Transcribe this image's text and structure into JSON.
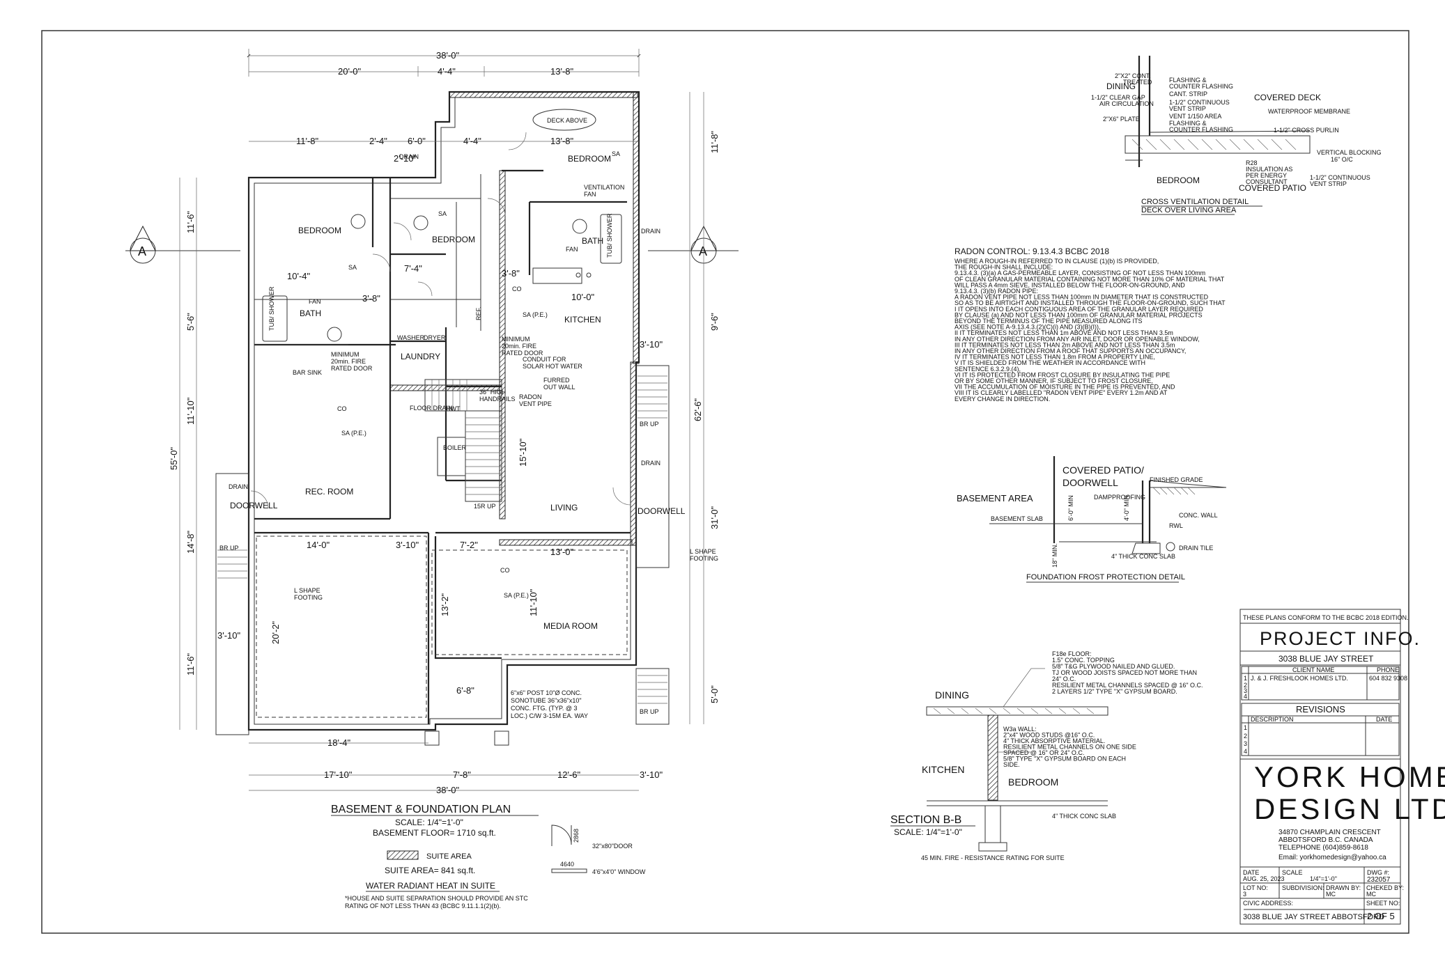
{
  "plan": {
    "title": "BASEMENT & FOUNDATION PLAN",
    "scale": "SCALE: 1/4\"=1'-0\"",
    "floor_area": "BASEMENT FLOOR= 1710 sq.ft.",
    "suite_area_legend": "SUITE AREA",
    "suite_area": "SUITE AREA= 841 sq.ft.",
    "heat_note": "WATER RADIANT HEAT IN SUITE",
    "separation_note_1": "*HOUSE AND SUITE SEPARATION SHOULD PROVIDE AN STC",
    "separation_note_2": "RATING OF NOT LESS THAN 43 (BCBC 9.11.1.1(2)(b).",
    "door_legend": "32\"x80\"DOOR",
    "door_code": "2868",
    "window_legend": "4'6\"x4'0\" WINDOW",
    "window_code": "4640",
    "section_mark": "A",
    "rooms": {
      "bedroom_1": "BEDROOM",
      "bedroom_2": "BEDROOM",
      "bedroom_3": "BEDROOM",
      "bath_1": "BATH",
      "bath_2": "BATH",
      "laundry": "LAUNDRY",
      "kitchen": "KITCHEN",
      "rec_room": "REC. ROOM",
      "living": "LIVING",
      "media_room": "MEDIA ROOM",
      "doorwell_1": "DOORWELL",
      "doorwell_2": "DOORWELL",
      "boiler": "BOILER",
      "deck_above": "DECK ABOVE"
    },
    "labels": {
      "ventilation_fan": "VENTILATION",
      "ventilation_fan_2": "FAN",
      "bar_sink": "BAR SINK",
      "min_fire_1": "MINIMUM",
      "min_fire_2": "20min. FIRE",
      "min_fire_3": "RATED DOOR",
      "conduit_1": "CONDUIT FOR",
      "conduit_2": "SOLAR HOT WATER",
      "furred_1": "FURRED",
      "furred_2": "OUT WALL",
      "radon_1": "RADON",
      "radon_2": "VENT PIPE",
      "handrails_1": "36\" HIGH",
      "handrails_2": "HANDRAILS",
      "washer": "WASHER",
      "dryer": "DRYER",
      "tub_shower": "TUB/ SHOWER",
      "sa": "SA",
      "sa_pe": "SA (P.E.)",
      "co": "CO",
      "fan": "FAN",
      "br_up": "BR UP",
      "drain": "DRAIN",
      "l_shape_1": "L SHAPE",
      "l_shape_2": "FOOTING",
      "post_1": "6\"x6\" POST 10\"Ø CONC.",
      "post_2": "SONOTUBE 36\"x36\"x10\"",
      "post_3": "CONC. FTG. (TYP. @ 3",
      "post_4": "LOC.) C/W 3-15M EA. WAY",
      "stair_up": "15R UP",
      "floor_drain": "FLOOR DRAIN",
      "hwt": "HWT",
      "ref": "REF."
    },
    "dims": {
      "top_total": "38'-0\"",
      "top_a": "20'-0\"",
      "top_b": "4'-4\"",
      "top_c": "13'-8\"",
      "top2_a": "11'-8\"",
      "top2_b": "2'-4\"",
      "top2_c": "6'-0\"",
      "top2_d": "4'-4\"",
      "top2_e": "13'-8\"",
      "bot_total": "38'-0\"",
      "bot_a": "17'-10\"",
      "bot_b": "7'-8\"",
      "bot_c": "12'-6\"",
      "bot_d": "3'-10\"",
      "bot_e": "18'-4\"",
      "left_total": "55'-0\"",
      "left_a": "11'-6\"",
      "left_b": "5'-6\"",
      "left_c": "11'-10\"",
      "left_d": "14'-8\"",
      "left_e": "11'-6\"",
      "right_total": "62'-6\"",
      "right_a": "11'-8\"",
      "right_b": "9'-6\"",
      "right_c": "31'-0\"",
      "right_d": "5'-0\"",
      "in_1": "10'-4\"",
      "in_2": "7'-4\"",
      "in_3": "3'-8\"",
      "in_4": "10'-0\"",
      "in_5": "3'-8\"",
      "in_6": "14'-0\"",
      "in_7": "3'-10\"",
      "in_8": "7'-2\"",
      "in_9": "13'-0\"",
      "in_10": "20'-2\"",
      "in_11": "3'-10\"",
      "in_12": "15'-10\"",
      "in_13": "11'-10\"",
      "in_14": "13'-2\"",
      "in_15": "6'-8\"",
      "in_16": "3'-10\"",
      "in_17": "2'-10\""
    }
  },
  "cross_vent": {
    "title_1": "CROSS VENTILATION DETAIL",
    "title_2": "DECK OVER LIVING AREA",
    "dining": "DINING",
    "bedroom": "BEDROOM",
    "covered_deck": "COVERED DECK",
    "covered_patio": "COVERED PATIO",
    "notes": [
      "2\"X2\" CONT.",
      "TREATED",
      "1-1/2\" CLEAR GAP",
      "AIR CIRCULATION",
      "2\"X6\" PLATE",
      "FLASHING &",
      "COUNTER FLASHING",
      "CANT. STRIP",
      "1-1/2\" CONTINUOUS",
      "VENT STRIP",
      "VENT 1/150 AREA",
      "FLASHING &",
      "COUNTER FLASHING",
      "WATERPROOF MEMBRANE",
      "1-1/2\" CROSS PURLIN",
      "VERTICAL BLOCKING",
      "16\" O/C",
      "R28",
      "INSULATION AS",
      "PER ENERGY",
      "CONSULTANT",
      "1-1/2\" CONTINUOUS",
      "VENT STRIP"
    ]
  },
  "radon": {
    "title": "RADON CONTROL: 9.13.4.3 BCBC 2018",
    "lines": [
      "WHERE A ROUGH-IN REFERRED TO IN CLAUSE (1)(b) IS PROVIDED,",
      "THE ROUGH-IN SHALL INCLUDE:",
      "9.13.4.3. (3)(a) A GAS-PERMEABLE LAYER, CONSISTING OF NOT LESS THAN 100mm",
      "  OF CLEAN GRANULAR MATERIAL CONTAINING NOT MORE THAN 10% OF MATERIAL THAT",
      "  WILL PASS A 4mm SIEVE, INSTALLED BELOW THE FLOOR-ON-GROUND, AND",
      "9.13.4.3. (3)(b) RADON PIPE:",
      "A RADON VENT PIPE NOT LESS THAN 100mm IN DIAMETER THAT IS CONSTRUCTED",
      "SO AS TO BE AIRTIGHT AND INSTALLED THROUGH THE FLOOR-ON-GROUND, SUCH THAT",
      "I IT OPENS INTO EACH CONTIGUOUS AREA OF THE GRANULAR LAYER REQUIRED",
      "  BY CLAUSE (a) AND NOT LESS THAN 100mm OF GRANULAR MATERIAL PROJECTS",
      "  BEYOND THE TERMINUS OF THE PIPE MEASURED ALONG ITS",
      "  AXIS (SEE NOTE A-9.13.4.3.(2)(C)(i) AND (3)(B)(I)),",
      "II IT TERMINATES NOT LESS THAN 1m ABOVE AND NOT LESS THAN 3.5m",
      "   IN ANY OTHER DIRECTION FROM ANY AIR INLET, DOOR OR OPENABLE WINDOW,",
      "III IT TERMINATES NOT LESS THAN 2m ABOVE AND NOT LESS THAN 3.5m",
      "   IN ANY OTHER DIRECTION FROM A ROOF THAT SUPPORTS AN OCCUPANCY,",
      "IV IT TERMINATES NOT LESS THAN 1.8m FROM A PROPERTY LINE,",
      "V IT IS SHIELDED FROM THE WEATHER IN ACCORDANCE WITH",
      "   SENTENCE 6.3.2.9.(4),",
      "VI IT IS PROTECTED FROM FROST CLOSURE BY INSULATING THE PIPE",
      "   OR BY SOME OTHER MANNER, IF SUBJECT TO FROST CLOSURE,",
      "VII THE ACCUMULATION OF MOISTURE IN THE PIPE IS PREVENTED, AND",
      "VIII IT IS CLEARLY LABELLED \"RADON VENT PIPE\" EVERY 1.2m AND AT",
      "   EVERY CHANGE IN DIRECTION."
    ]
  },
  "frost": {
    "title": "FOUNDATION FROST PROTECTION DETAIL",
    "basement_area": "BASEMENT AREA",
    "covered_patio_1": "COVERED PATIO/",
    "covered_patio_2": "DOORWELL",
    "basement_slab": "BASEMENT SLAB",
    "finished_grade": "FINISHED GRADE",
    "dampproofing": "DAMPPROOFING",
    "conc_wall": "CONC. WALL",
    "rwl": "RWL",
    "drain_tile": "DRAIN TILE",
    "slab_note": "4\" THICK CONC SLAB",
    "dim_1": "18\" MIN.",
    "dim_2": "6'-0\" MIN",
    "dim_3": "4'-0\" MIN"
  },
  "section_bb": {
    "title": "SECTION B-B",
    "scale": "SCALE: 1/4\"=1'-0\"",
    "dining": "DINING",
    "kitchen": "KITCHEN",
    "bedroom": "BEDROOM",
    "fire_note": "45 MIN. FIRE - RESISTANCE RATING FOR SUITE",
    "slab_note": "4\" THICK CONC SLAB",
    "floor_notes": [
      "F18e FLOOR:",
      "1.5\" CONC. TOPPING",
      "5/8\" T&G PLYWOOD NAILED AND GLUED.",
      "TJ OR WOOD JOISTS SPACED NOT MORE THAN",
      "24\" O.C.",
      "RESILIENT METAL CHANNELS SPACED @ 16\" O.C.",
      "2 LAYERS 1/2\" TYPE \"X\" GYPSUM BOARD."
    ],
    "wall_notes": [
      "W3a WALL:",
      "2\"x4\" WOOD STUDS @16\" O.C.",
      "4\" THICK ABSORPTIVE MATERIAL.",
      "RESILIENT METAL CHANNELS ON ONE SIDE",
      "SPACED @ 16\" OR 24\" O.C.",
      "5/8\" TYPE \"X\" GYPSUM BOARD ON EACH",
      "SIDE."
    ]
  },
  "title_block": {
    "conform": "THESE PLANS CONFORM TO THE BCBC 2018 EDITION.",
    "project_info": "PROJECT INFO.",
    "address": "3038 BLUE JAY STREET",
    "client_header": "CLIENT NAME",
    "phone_header": "PHONE",
    "client_name": "J. & J. FRESHLOOK HOMES LTD.",
    "client_phone": "604 832 9308",
    "row_nums": [
      "1",
      "2",
      "3",
      "4"
    ],
    "revisions": "REVISIONS",
    "description": "DESCRIPTION",
    "date_header": "DATE",
    "company_1": "YORK HOME",
    "company_2": "DESIGN LTD.",
    "company_addr_1": "34870 CHAMPLAIN CRESCENT",
    "company_addr_2": "ABBOTSFORD B.C. CANADA",
    "company_tel": "TELEPHONE (604)859-8618",
    "company_email": "Email: yorkhomedesign@yahoo.ca",
    "date_label": "DATE",
    "date_value": "AUG. 25, 2023",
    "scale_label": "SCALE",
    "scale_value": "1/4\"=1'-0\"",
    "dwg_label": "DWG #:",
    "dwg_value": "232057",
    "lot_label": "LOT NO:",
    "lot_value": "3",
    "subdivision_label": "SUBDIVISION:",
    "drawn_label": "DRAWN BY:",
    "drawn_value": "MC",
    "checked_label": "CHEKED BY:",
    "checked_value": "MC",
    "civic_label": "CIVIC ADDRESS:",
    "civic_value": "3038 BLUE JAY STREET ABBOTSFORD",
    "sheet_label": "SHEET NO:",
    "sheet_value": "2 OF 5"
  }
}
